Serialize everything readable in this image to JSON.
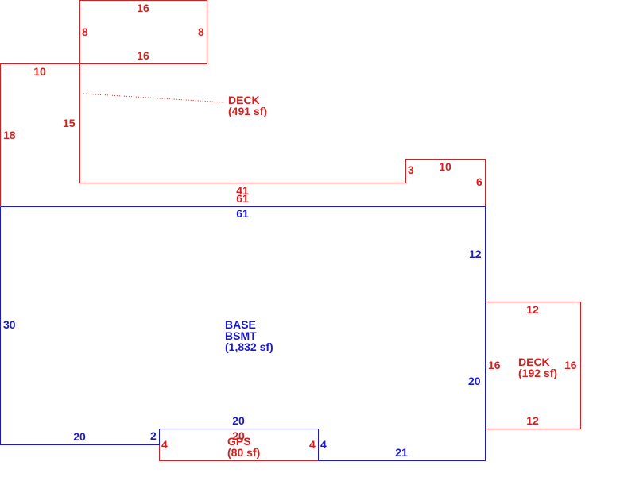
{
  "colors": {
    "deck": "#d42020",
    "base": "#1a1acc"
  },
  "areas": {
    "deck_main": {
      "name": "DECK",
      "area": "(491 sf)"
    },
    "base": {
      "name": "BASE",
      "sub": "BSMT",
      "area": "(1,832 sf)"
    },
    "deck_small": {
      "name": "DECK",
      "area": "(192 sf)"
    },
    "garage": {
      "name": "GPS",
      "area": "(80 sf)"
    }
  },
  "dims": {
    "top_rect_top": "16",
    "top_rect_left": "8",
    "top_rect_right": "8",
    "top_rect_bottom": "16",
    "deck_top_left": "10",
    "deck_left_outer": "18",
    "deck_left_inner": "15",
    "deck_step_left": "3",
    "deck_step_top": "10",
    "deck_step_right": "6",
    "deck_bottom_inner": "41",
    "deck_bottom_outer": "61",
    "base_top": "61",
    "base_right_upper": "12",
    "base_left": "30",
    "base_right_lower": "20",
    "base_bottom_left": "20",
    "base_notch_small": "2",
    "base_notch_top": "20",
    "base_notch_right": "4",
    "base_bottom_right": "21",
    "garage_top": "20",
    "garage_left": "4",
    "garage_right": "4",
    "deck_small_top": "12",
    "deck_small_left": "16",
    "deck_small_right": "16",
    "deck_small_bottom": "12"
  }
}
